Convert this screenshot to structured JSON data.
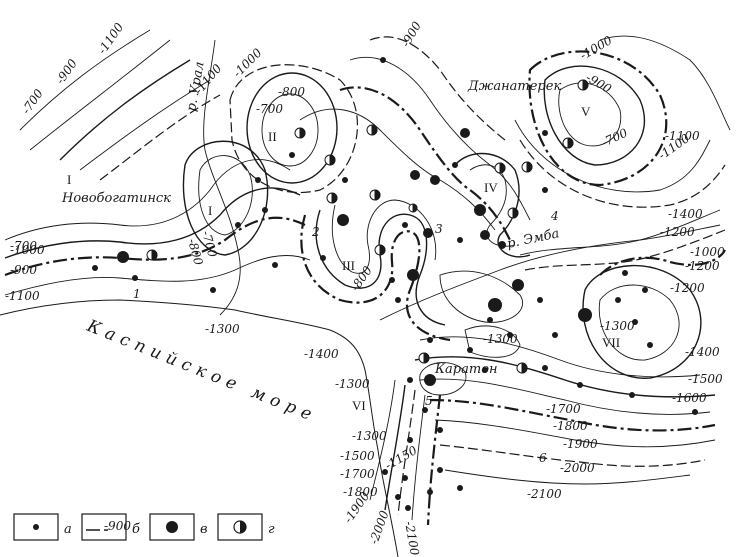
{
  "contour_labels": [
    "-1100",
    "-900",
    "-700",
    "-1100",
    "-1000",
    "-800",
    "-700",
    "-700",
    "-800",
    "-900",
    "-1000",
    "-700",
    "-1100",
    "-1300",
    "-1100",
    "-1000",
    "-1200",
    "-1400",
    "-1200",
    "-1000",
    "-1200",
    "-800",
    "-1300",
    "-1400",
    "-1300",
    "-1300",
    "-1400",
    "-1500",
    "-1600",
    "-1700",
    "-1800",
    "-1900",
    "-2000",
    "-2100",
    "-1300",
    "-1500",
    "-1700",
    "-1800",
    "-1900",
    "-2000",
    "-2100",
    "-1150",
    "-900",
    "-700",
    "-900",
    "-1100"
  ],
  "roman_labels": [
    "I",
    "I",
    "II",
    "III",
    "IV",
    "V",
    "VI",
    "VII"
  ],
  "zone_numbers": [
    "1",
    "2",
    "3",
    "4",
    "5",
    "6"
  ],
  "places": {
    "novobogatinsk": "Новобогатинск",
    "dzhanaterek": "Джанатерек",
    "karaton": "Каратон",
    "ural_river": "р. Урал",
    "emba_river": "р. Эмба",
    "caspian_sea": "Каспийское море"
  },
  "legend": {
    "a": "а",
    "b": "б",
    "b_sample": "-900",
    "v": "в",
    "g": "г"
  }
}
